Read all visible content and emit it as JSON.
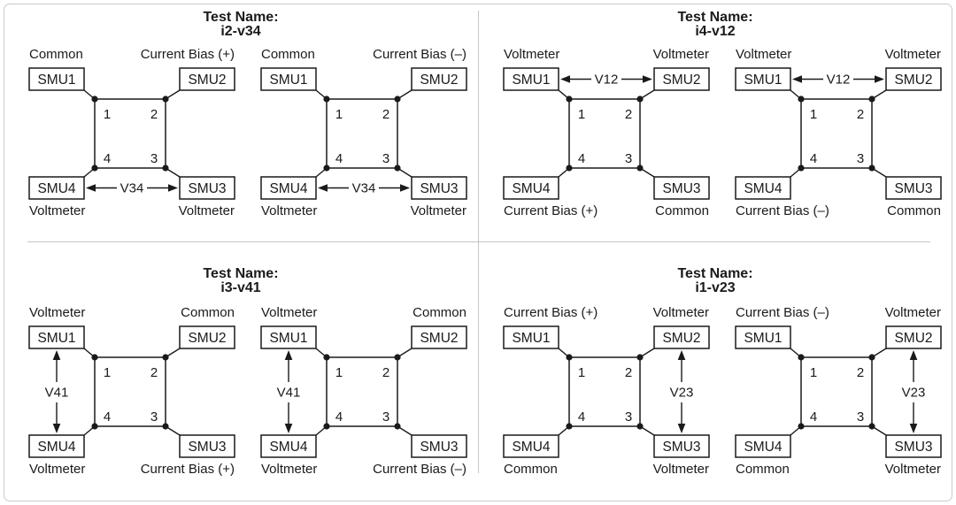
{
  "colors": {
    "background": "#ffffff",
    "line": "#1a1a1a",
    "text": "#1a1a1a",
    "frame_border": "#cbcbcb",
    "divider": "#c6c6c6"
  },
  "panels": [
    {
      "title_label": "Test Name:",
      "test_name": "i2-v34",
      "voltage_position": "bottom",
      "diagrams": [
        {
          "voltage_label": "V34",
          "corners": {
            "top_left": {
              "device": "SMU1",
              "role": "Common",
              "terminal": "1"
            },
            "top_right": {
              "device": "SMU2",
              "role": "Current Bias (+)",
              "terminal": "2"
            },
            "bottom_right": {
              "device": "SMU3",
              "role": "Voltmeter",
              "terminal": "3"
            },
            "bottom_left": {
              "device": "SMU4",
              "role": "Voltmeter",
              "terminal": "4"
            }
          }
        },
        {
          "voltage_label": "V34",
          "corners": {
            "top_left": {
              "device": "SMU1",
              "role": "Common",
              "terminal": "1"
            },
            "top_right": {
              "device": "SMU2",
              "role": "Current Bias (–)",
              "terminal": "2"
            },
            "bottom_right": {
              "device": "SMU3",
              "role": "Voltmeter",
              "terminal": "3"
            },
            "bottom_left": {
              "device": "SMU4",
              "role": "Voltmeter",
              "terminal": "4"
            }
          }
        }
      ]
    },
    {
      "title_label": "Test Name:",
      "test_name": "i4-v12",
      "voltage_position": "top",
      "diagrams": [
        {
          "voltage_label": "V12",
          "corners": {
            "top_left": {
              "device": "SMU1",
              "role": "Voltmeter",
              "terminal": "1"
            },
            "top_right": {
              "device": "SMU2",
              "role": "Voltmeter",
              "terminal": "2"
            },
            "bottom_right": {
              "device": "SMU3",
              "role": "Common",
              "terminal": "3"
            },
            "bottom_left": {
              "device": "SMU4",
              "role": "Current Bias (+)",
              "terminal": "4"
            }
          }
        },
        {
          "voltage_label": "V12",
          "corners": {
            "top_left": {
              "device": "SMU1",
              "role": "Voltmeter",
              "terminal": "1"
            },
            "top_right": {
              "device": "SMU2",
              "role": "Voltmeter",
              "terminal": "2"
            },
            "bottom_right": {
              "device": "SMU3",
              "role": "Common",
              "terminal": "3"
            },
            "bottom_left": {
              "device": "SMU4",
              "role": "Current Bias (–)",
              "terminal": "4"
            }
          }
        }
      ]
    },
    {
      "title_label": "Test Name:",
      "test_name": "i3-v41",
      "voltage_position": "left",
      "diagrams": [
        {
          "voltage_label": "V41",
          "corners": {
            "top_left": {
              "device": "SMU1",
              "role": "Voltmeter",
              "terminal": "1"
            },
            "top_right": {
              "device": "SMU2",
              "role": "Common",
              "terminal": "2"
            },
            "bottom_right": {
              "device": "SMU3",
              "role": "Current Bias (+)",
              "terminal": "3"
            },
            "bottom_left": {
              "device": "SMU4",
              "role": "Voltmeter",
              "terminal": "4"
            }
          }
        },
        {
          "voltage_label": "V41",
          "corners": {
            "top_left": {
              "device": "SMU1",
              "role": "Voltmeter",
              "terminal": "1"
            },
            "top_right": {
              "device": "SMU2",
              "role": "Common",
              "terminal": "2"
            },
            "bottom_right": {
              "device": "SMU3",
              "role": "Current Bias (–)",
              "terminal": "3"
            },
            "bottom_left": {
              "device": "SMU4",
              "role": "Voltmeter",
              "terminal": "4"
            }
          }
        }
      ]
    },
    {
      "title_label": "Test Name:",
      "test_name": "i1-v23",
      "voltage_position": "right",
      "diagrams": [
        {
          "voltage_label": "V23",
          "corners": {
            "top_left": {
              "device": "SMU1",
              "role": "Current Bias (+)",
              "terminal": "1"
            },
            "top_right": {
              "device": "SMU2",
              "role": "Voltmeter",
              "terminal": "2"
            },
            "bottom_right": {
              "device": "SMU3",
              "role": "Voltmeter",
              "terminal": "3"
            },
            "bottom_left": {
              "device": "SMU4",
              "role": "Common",
              "terminal": "4"
            }
          }
        },
        {
          "voltage_label": "V23",
          "corners": {
            "top_left": {
              "device": "SMU1",
              "role": "Current Bias (–)",
              "terminal": "1"
            },
            "top_right": {
              "device": "SMU2",
              "role": "Voltmeter",
              "terminal": "2"
            },
            "bottom_right": {
              "device": "SMU3",
              "role": "Voltmeter",
              "terminal": "3"
            },
            "bottom_left": {
              "device": "SMU4",
              "role": "Common",
              "terminal": "4"
            }
          }
        }
      ]
    }
  ]
}
